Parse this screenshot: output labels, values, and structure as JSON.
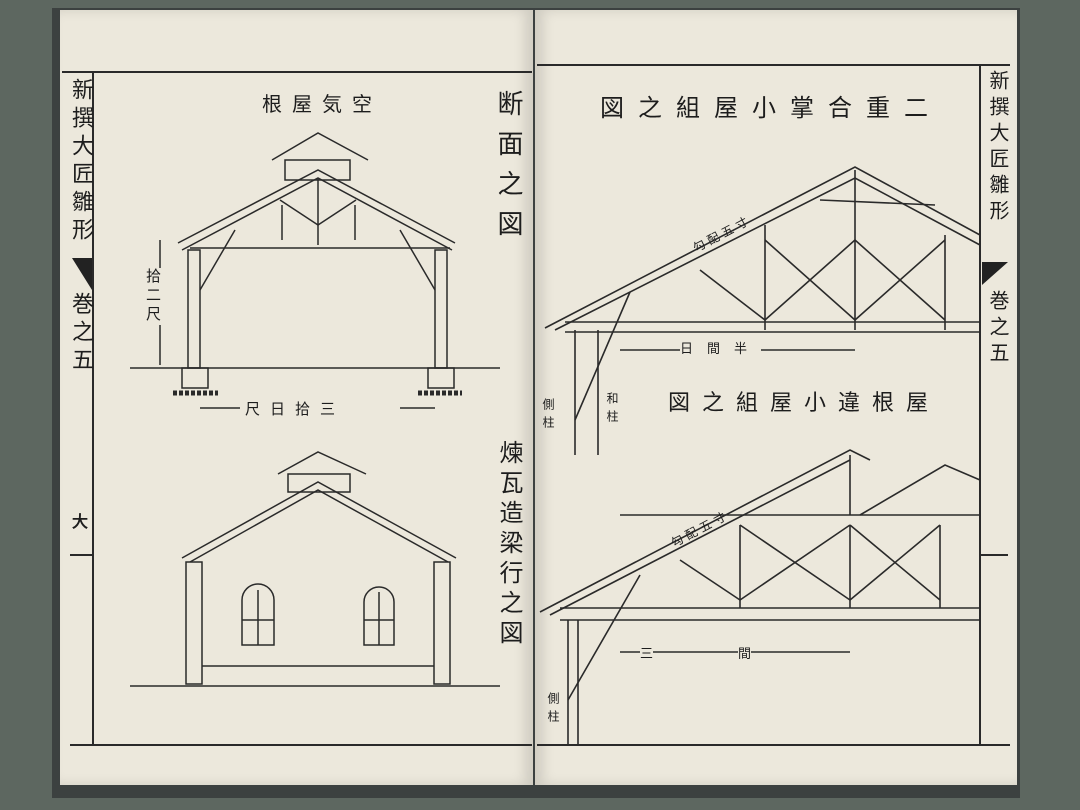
{
  "book_title": "新撰大匠雛形",
  "volume": "巻之五",
  "left_page": {
    "page_mark": "大",
    "fig1_title": "空気屋根",
    "fig1_subtitle": "断面之図",
    "height_label": "拾二尺",
    "span_label": "三拾日尺",
    "fig2_title": "煉瓦造梁行之図"
  },
  "right_page": {
    "fig1_title": "二重合掌小屋組之図",
    "fig1_pitch": "勾配五寸",
    "fig1_span": "半間日",
    "post_label_outer": "側柱",
    "post_label_inner": "和柱",
    "fig2_title": "屋根違小屋組之図",
    "fig2_pitch": "勾配五寸",
    "fig2_span_a": "三",
    "fig2_span_b": "間",
    "fig2_post_label": "側柱"
  }
}
